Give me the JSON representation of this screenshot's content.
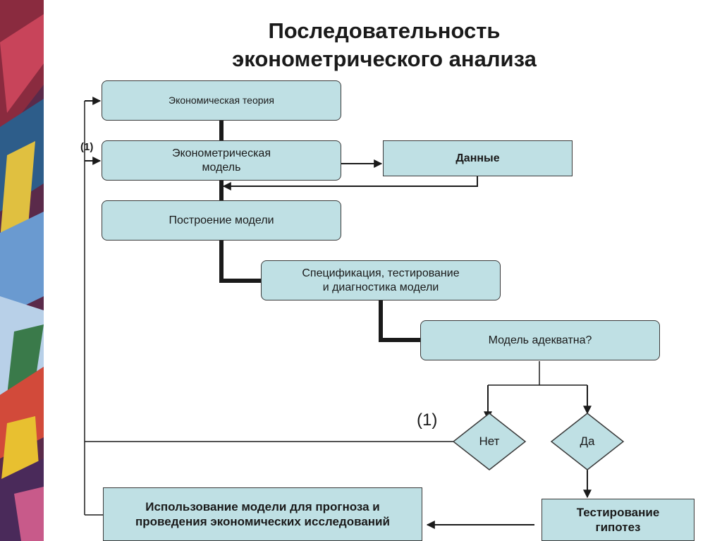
{
  "title": {
    "line1": "Последовательность",
    "line2": "эконометрического анализа"
  },
  "nodes": {
    "economic_theory": "Экономическая теория",
    "econometric_model": {
      "line1": "Эконометрическая",
      "line2": "модель"
    },
    "data": "Данные",
    "model_building": "Построение модели",
    "specification": {
      "line1": "Спецификация, тестирование",
      "line2": "и диагностика модели"
    },
    "model_adequate": "Модель адекватна?",
    "no": "Нет",
    "yes": "Да",
    "hypothesis_testing": {
      "line1": "Тестирование",
      "line2": "гипотез"
    },
    "model_use": {
      "line1": "Использование модели для прогноза и",
      "line2": "проведения экономических исследований"
    }
  },
  "loop_label_small": "(1)",
  "loop_label_large": "(1)",
  "colors": {
    "box_fill": "#bfe0e4",
    "line": "#1a1a1a"
  }
}
